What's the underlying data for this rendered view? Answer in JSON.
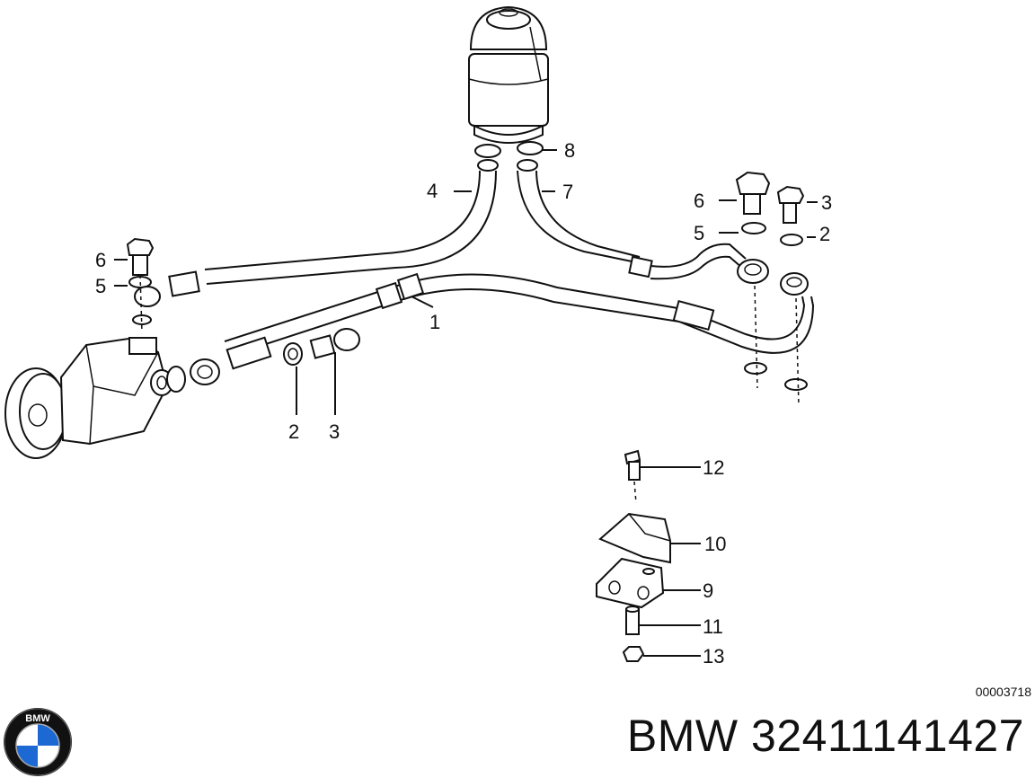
{
  "diagram": {
    "code": "00003718",
    "callouts": {
      "c1": "1",
      "c2a": "2",
      "c2b": "2",
      "c3a": "3",
      "c3b": "3",
      "c4": "4",
      "c5a": "5",
      "c5b": "5",
      "c6a": "6",
      "c6b": "6",
      "c7": "7",
      "c8": "8",
      "c9": "9",
      "c10": "10",
      "c11": "11",
      "c12": "12",
      "c13": "13"
    }
  },
  "footer": {
    "brand": "BMW",
    "part_number": "32411141427",
    "logo_text": "BMW",
    "logo_colors": {
      "blue": "#1c69d4",
      "white": "#ffffff",
      "ring": "#111111"
    }
  }
}
